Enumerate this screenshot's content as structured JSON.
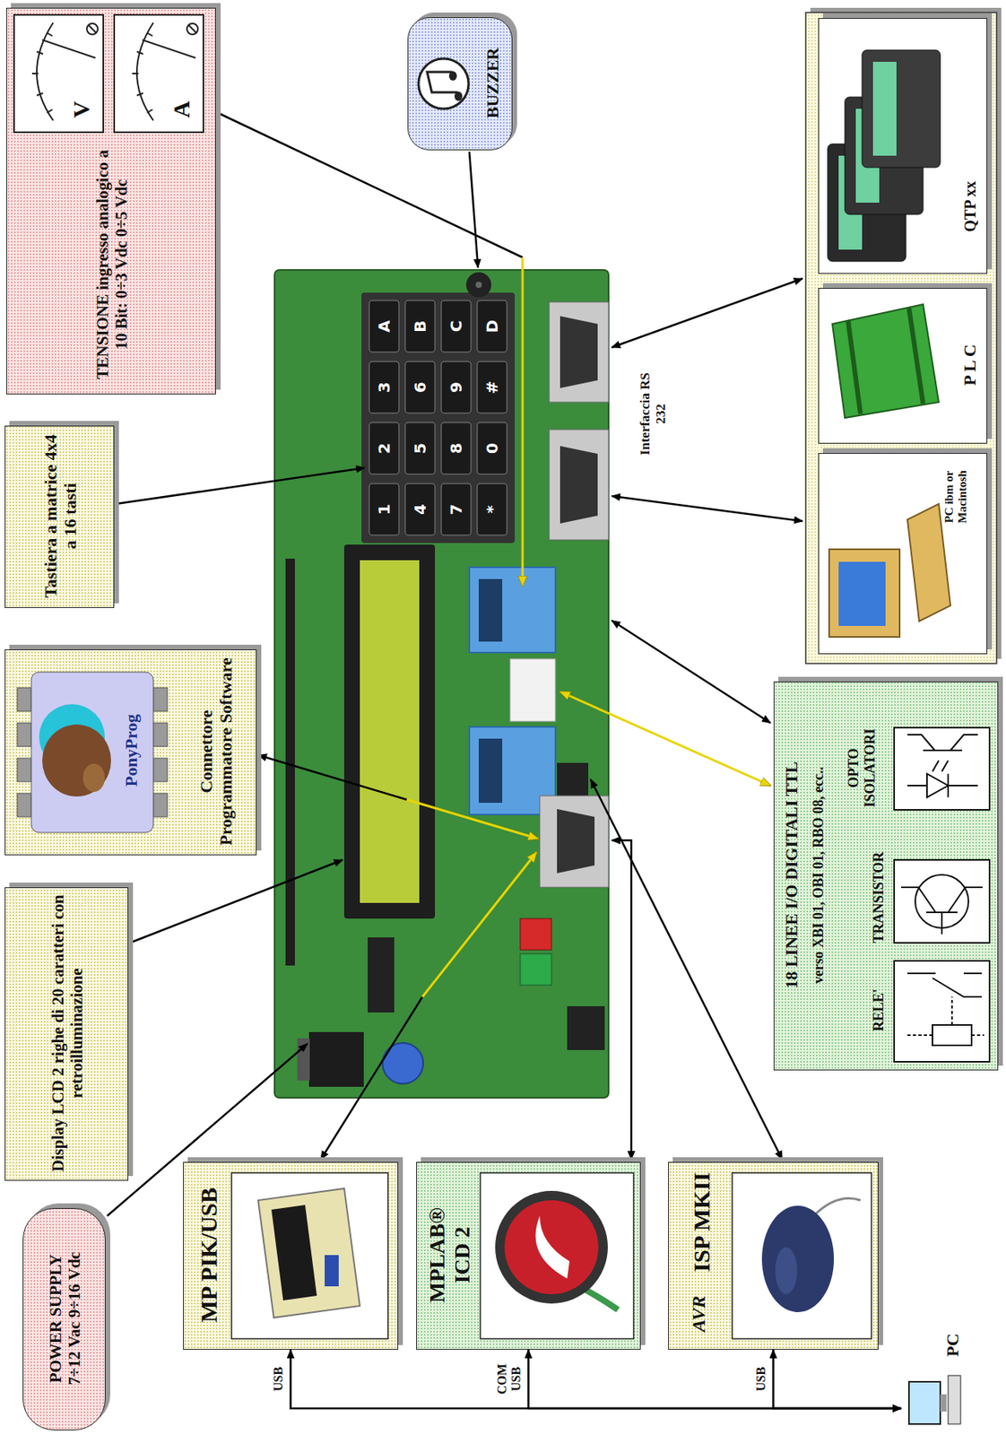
{
  "diagram": {
    "nodes": [
      {
        "text": [
          "TENSIONE ingresso analogico a 10 Bit: 0÷3 Vdc 0÷5 Vdc"
        ]
      },
      {
        "text": [
          "BUZZER"
        ]
      },
      {
        "text": [
          "Tastiera a matrice 4x4 a 16 tasti"
        ]
      },
      {
        "text": [
          "Connettore Programmatore Software"
        ]
      },
      {
        "text": [
          "Display LCD 2 righe di 20 caratteri con retroilluminazione"
        ]
      },
      {
        "text": [
          "POWER SUPPLY 7÷12 Vac 9÷16 Vdc"
        ]
      },
      {
        "text": [
          "MP PIK/USB"
        ]
      },
      {
        "text": [
          "MPLAB® ICD 2"
        ]
      },
      {
        "text": [
          "ISP MKII"
        ]
      },
      {
        "text": [
          "PC"
        ]
      },
      {
        "text": [
          "18 LINEE I/O DIGITALI TTL",
          "verso XBI 01, OBI 01, RBO 08, ecc..",
          "RELE'",
          "TRANSISTOR",
          "OPTO ISOLATORI"
        ]
      },
      {
        "text": [
          "QTP xx"
        ]
      },
      {
        "text": [
          "P L C"
        ]
      },
      {
        "text": [
          "PC ibm or Macintosh"
        ]
      }
    ],
    "edges": [
      {
        "from": 9,
        "to": 6,
        "arrow": "both",
        "label": "USB"
      },
      {
        "from": 9,
        "to": 7,
        "arrow": "both",
        "label": "COM USB"
      },
      {
        "from": 9,
        "to": 8,
        "arrow": "both",
        "label": "USB"
      }
    ],
    "labels": [
      "V",
      "A",
      "PonyProg",
      "AVR",
      "Interfaccia RS 232",
      "1",
      "2",
      "3",
      "A",
      "4",
      "5",
      "6",
      "B",
      "7",
      "8",
      "9",
      "C",
      "*",
      "0",
      "#",
      "D"
    ]
  }
}
